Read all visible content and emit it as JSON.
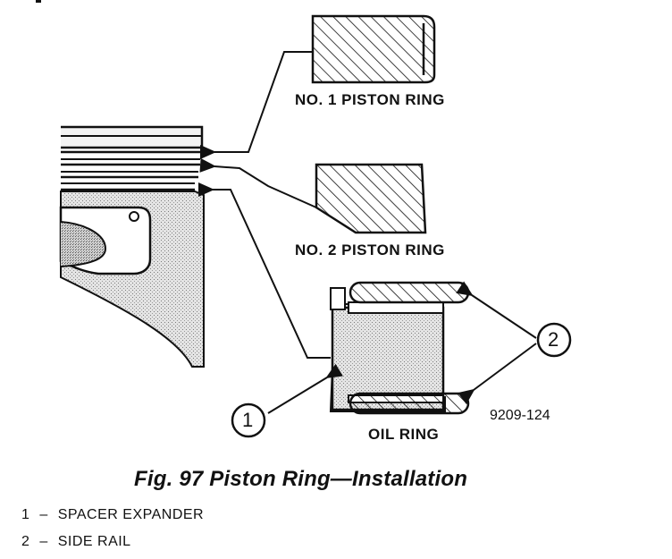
{
  "diagram": {
    "labels": {
      "ring1": "NO. 1 PISTON RING",
      "ring2": "NO. 2 PISTON RING",
      "oil_ring": "OIL RING",
      "figure_code": "9209-124"
    },
    "callouts": {
      "one": "1",
      "two": "2"
    }
  },
  "caption": "Fig. 97 Piston Ring—Installation",
  "legend": [
    {
      "num": "1",
      "dash": "–",
      "text": "SPACER EXPANDER"
    },
    {
      "num": "2",
      "dash": "–",
      "text": "SIDE RAIL"
    }
  ]
}
